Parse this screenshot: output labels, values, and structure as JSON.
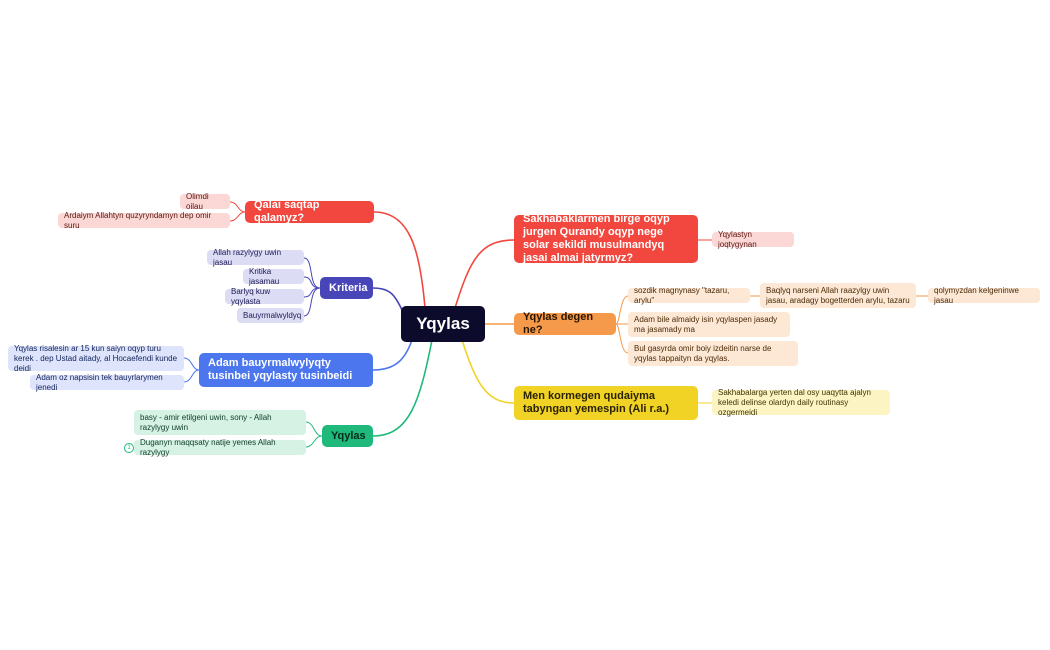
{
  "root": {
    "label": "Yqylas"
  },
  "branches": {
    "sakhabaklarmen": {
      "label": "Sakhabaklarmen birge oqyp jurgen Qurandy oqyp nege solar sekildi musulmandyq jasai almai jatyrmyz?",
      "children": [
        "Yqylastyn joqtygynan"
      ]
    },
    "degen_ne": {
      "label": "Yqylas degen ne?",
      "child_1": "sozdik magnynasy \"tazaru, arylu\"",
      "child_1_child": "Baqlyq narseni Allah raazylgy uwin jasau, aradagy bogetterden arylu, tazaru",
      "child_1_grandchild": "qolymyzdan kelgeninwe jasau",
      "child_2": "Adam bile almaidy isin yqylaspen jasady ma jasamady ma",
      "child_3": "Bul gasyrda omir boiy izdeitin narse de yqylas tappaityn da yqylas."
    },
    "men_kormegen": {
      "label": "Men kormegen qudaiyma tabyngan yemespin (Ali r.a.)",
      "children": [
        "Sakhabalarga yerten dal osy uaqytta ajalyn keledi delinse olardyn daily routinasy ozgermeidi"
      ]
    },
    "qalai_saqtap": {
      "label": "Qalai saqtap qalamyz?",
      "children": [
        "Olimdi oilau",
        "Ardaiym Allahtyn quzyryndamyn dep omir suru"
      ]
    },
    "kriteria": {
      "label": "Kriteria",
      "children": [
        "Allah razylygy uwin jasau",
        "Kritika jasamau",
        "Barlyq kuw yqylasta",
        "Bauyrmalwyldyq"
      ]
    },
    "adam_bauyrmal": {
      "label": "Adam bauyrmalwylyqty tusinbei yqylasty tusinbeidi",
      "children": [
        "Yqylas risalesin ar 15 kun saiyn oqyp turu kerek . dep Ustad aitady,  al Hocaefendi kunde deidi",
        "Adam oz napsisin tek bauyrlarymen jenedi"
      ]
    },
    "yqylas_green": {
      "label": "Yqylas",
      "children": [
        "basy - amir etilgeni uwin, sony - Allah razylygy uwin",
        "Duganyn maqqsaty natije yemes Allah razylygy"
      ],
      "badge": "1"
    }
  },
  "colors": {
    "red": "#f1473e",
    "orange": "#f59a4a",
    "yellow": "#f1d326",
    "green": "#1fba7b",
    "blue": "#4c76ee",
    "indigo": "#4745b8",
    "root": "#0c0b2c"
  }
}
